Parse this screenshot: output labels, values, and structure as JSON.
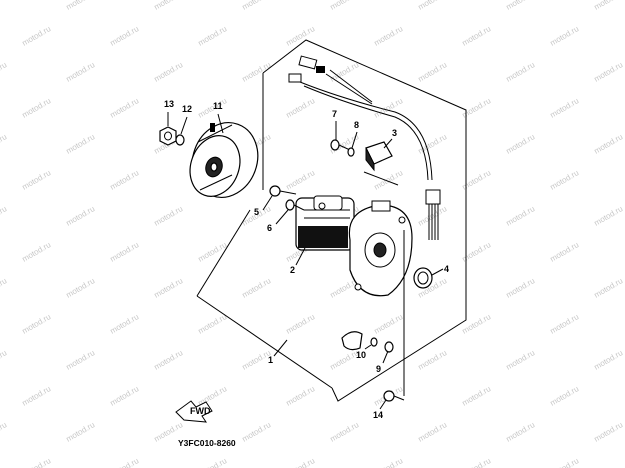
{
  "diagram": {
    "code": "Y3FC010-8260",
    "watermark": "motod.ru",
    "fwd": "FWD",
    "callouts": [
      {
        "id": "c1",
        "num": "1"
      },
      {
        "id": "c2",
        "num": "2"
      },
      {
        "id": "c3",
        "num": "3"
      },
      {
        "id": "c4",
        "num": "4"
      },
      {
        "id": "c5",
        "num": "5"
      },
      {
        "id": "c6",
        "num": "6"
      },
      {
        "id": "c7",
        "num": "7"
      },
      {
        "id": "c8",
        "num": "8"
      },
      {
        "id": "c9",
        "num": "9"
      },
      {
        "id": "c10",
        "num": "10"
      },
      {
        "id": "c11",
        "num": "11"
      },
      {
        "id": "c12",
        "num": "12"
      },
      {
        "id": "c13",
        "num": "13"
      },
      {
        "id": "c14",
        "num": "14"
      }
    ]
  }
}
